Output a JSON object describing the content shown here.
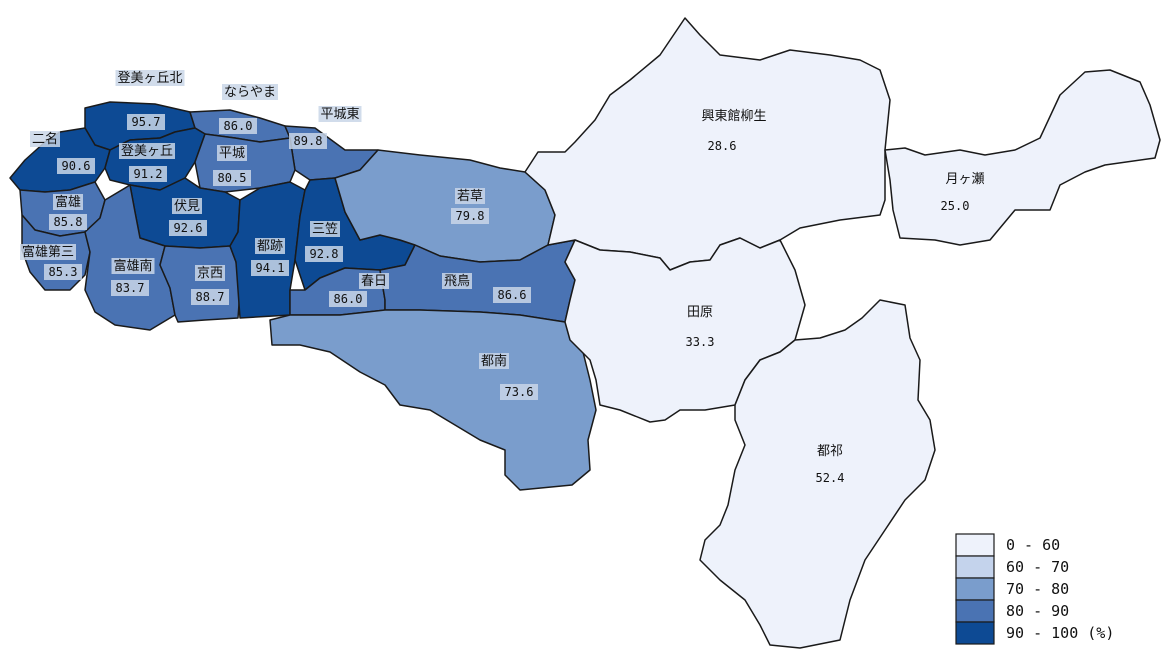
{
  "colors": {
    "0-60": "#eef2fb",
    "60-70": "#c4d3ec",
    "70-80": "#7a9dcc",
    "80-90": "#4a73b3",
    "90-100": "#0d4a94"
  },
  "regions": [
    {
      "id": "tomigaoka-kita",
      "name": "登美ヶ丘北",
      "value": "95.7",
      "cls": "90-100"
    },
    {
      "id": "narayama",
      "name": "ならやま",
      "value": "86.0",
      "cls": "80-90"
    },
    {
      "id": "heijo-higashi",
      "name": "平城東",
      "value": "89.8",
      "cls": "80-90"
    },
    {
      "id": "nimyo",
      "name": "二名",
      "value": "90.6",
      "cls": "90-100"
    },
    {
      "id": "tomigaoka",
      "name": "登美ヶ丘",
      "value": "91.2",
      "cls": "90-100"
    },
    {
      "id": "heijo",
      "name": "平城",
      "value": "80.5",
      "cls": "80-90"
    },
    {
      "id": "tomio",
      "name": "富雄",
      "value": "85.8",
      "cls": "80-90"
    },
    {
      "id": "fushimi",
      "name": "伏見",
      "value": "92.6",
      "cls": "90-100"
    },
    {
      "id": "tomio-daisan",
      "name": "富雄第三",
      "value": "85.3",
      "cls": "80-90"
    },
    {
      "id": "tomio-minami",
      "name": "富雄南",
      "value": "83.7",
      "cls": "80-90"
    },
    {
      "id": "kyonishi",
      "name": "京西",
      "value": "88.7",
      "cls": "80-90"
    },
    {
      "id": "tosseki",
      "name": "都跡",
      "value": "94.1",
      "cls": "90-100"
    },
    {
      "id": "mikasa",
      "name": "三笠",
      "value": "92.8",
      "cls": "90-100"
    },
    {
      "id": "kasuga",
      "name": "春日",
      "value": "86.0",
      "cls": "80-90"
    },
    {
      "id": "wakakusa",
      "name": "若草",
      "value": "79.8",
      "cls": "70-80"
    },
    {
      "id": "asuka",
      "name": "飛鳥",
      "value": "86.6",
      "cls": "80-90"
    },
    {
      "id": "nanbu",
      "name": "都南",
      "value": "73.6",
      "cls": "70-80"
    },
    {
      "id": "kotokan",
      "name": "興東館柳生",
      "value": "28.6",
      "cls": "0-60"
    },
    {
      "id": "tsukigase",
      "name": "月ヶ瀬",
      "value": "25.0",
      "cls": "0-60"
    },
    {
      "id": "tawara",
      "name": "田原",
      "value": "33.3",
      "cls": "0-60"
    },
    {
      "id": "tsuge",
      "name": "都祁",
      "value": "52.4",
      "cls": "0-60"
    }
  ],
  "legend": {
    "items": [
      {
        "label": "0 - 60",
        "cls": "0-60"
      },
      {
        "label": "60 - 70",
        "cls": "60-70"
      },
      {
        "label": "70 - 80",
        "cls": "70-80"
      },
      {
        "label": "80 - 90",
        "cls": "80-90"
      },
      {
        "label": "90 - 100 (%)",
        "cls": "90-100"
      }
    ]
  }
}
